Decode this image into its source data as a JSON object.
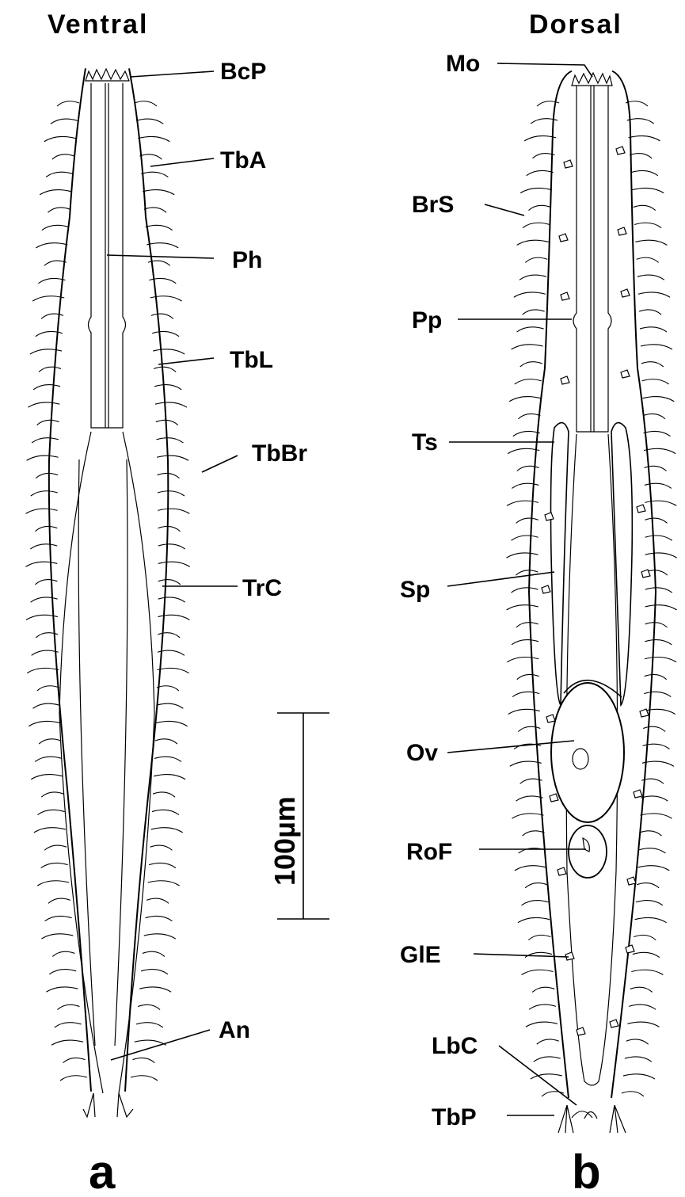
{
  "panels": [
    {
      "title": "Ventral",
      "letter": "a",
      "labels": [
        "BcP",
        "TbA",
        "Ph",
        "TbL",
        "TbBr",
        "TrC",
        "An"
      ],
      "scale_bar": "100µm"
    },
    {
      "title": "Dorsal",
      "letter": "b",
      "labels": [
        "Mo",
        "BrS",
        "Pp",
        "Ts",
        "Sp",
        "Ov",
        "RoF",
        "GlE",
        "LbC",
        "TbP"
      ]
    }
  ],
  "colors": {
    "ink": "#000000",
    "paper": "#ffffff"
  }
}
